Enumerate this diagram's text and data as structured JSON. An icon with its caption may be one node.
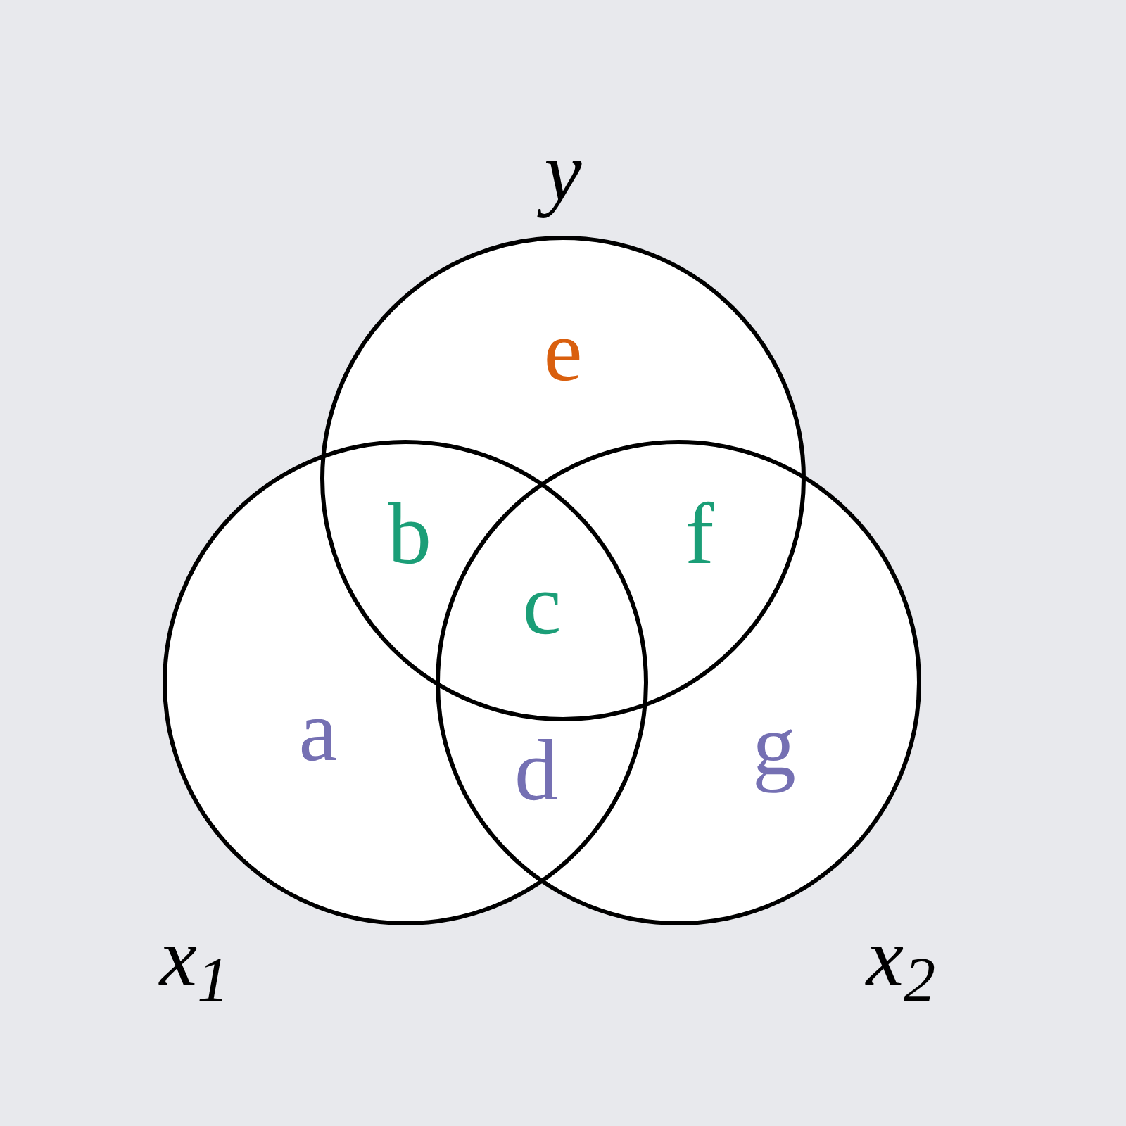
{
  "diagram": {
    "nodes": [
      {
        "text": [
          "y"
        ]
      },
      {
        "text": [
          "x$_{1}$"
        ]
      },
      {
        "text": [
          "x$_{2}$"
        ]
      }
    ],
    "labels": [
      "e",
      "b",
      "f",
      "c",
      "a",
      "d",
      "g"
    ]
  }
}
